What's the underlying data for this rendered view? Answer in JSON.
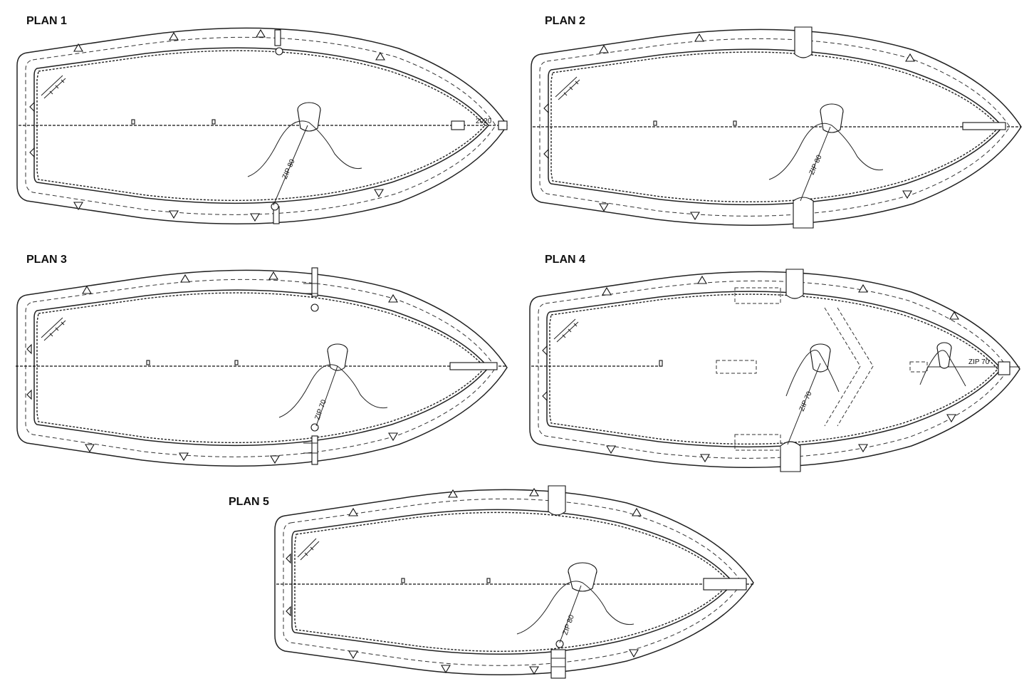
{
  "sheet": {
    "background": "#ffffff",
    "line_color": "#222222"
  },
  "plans": [
    {
      "title": "PLAN 1",
      "zip": "ZIP 80",
      "bow_mark": "2020"
    },
    {
      "title": "PLAN 2",
      "zip": "ZIP 80"
    },
    {
      "title": "PLAN 3",
      "zip": "ZIP 70"
    },
    {
      "title": "PLAN 4",
      "zip": "ZIP 70",
      "zip_bow": "ZIP 70"
    },
    {
      "title": "PLAN 5",
      "zip": "ZIP 80"
    }
  ]
}
